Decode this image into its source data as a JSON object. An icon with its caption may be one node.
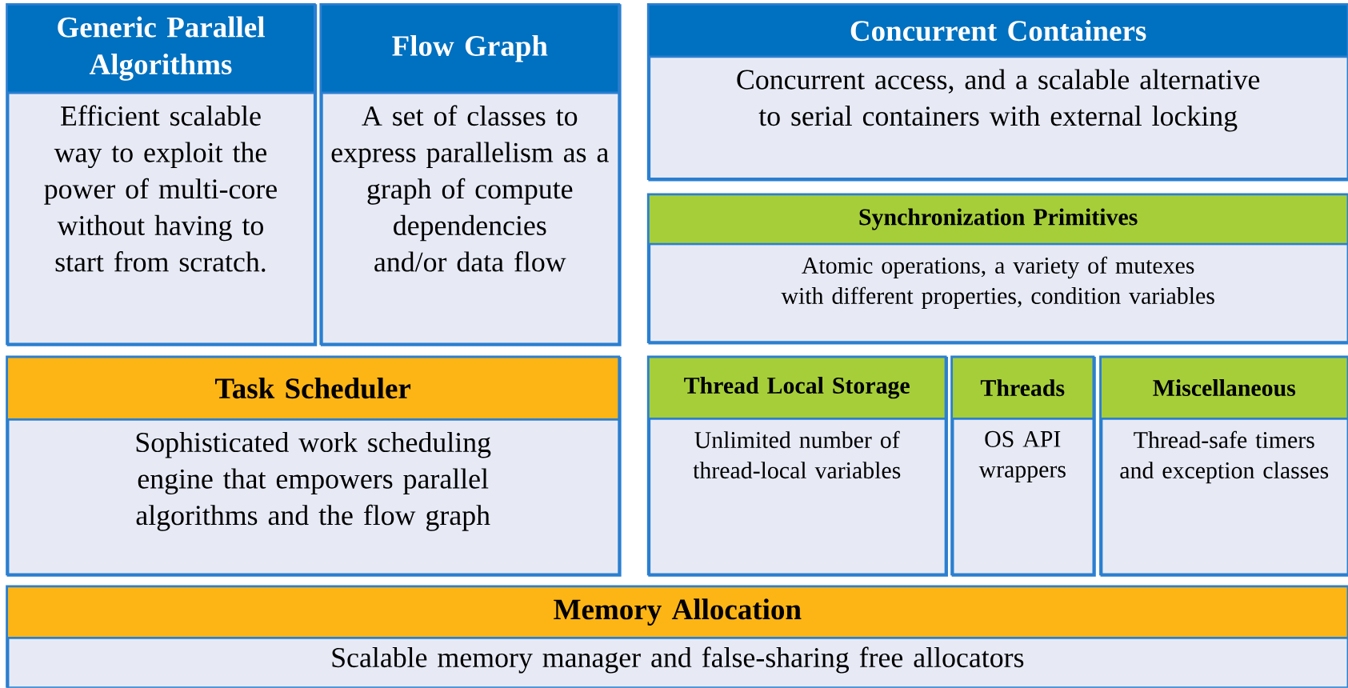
{
  "diagram": {
    "nodes": [
      {
        "text": [
          "Generic Parallel Algorithms",
          "Efficient scalable way to exploit the power of multi-core without having to start from scratch."
        ]
      },
      {
        "text": [
          "Flow Graph",
          "A set of classes to express parallelism as a graph of compute dependencies and/or data flow"
        ]
      },
      {
        "text": [
          "Concurrent Containers",
          "Concurrent access, and a scalable alternative to serial containers with external locking"
        ]
      },
      {
        "text": [
          "Synchronization Primitives",
          "Atomic operations, a variety of mutexes with different properties, condition variables"
        ]
      },
      {
        "text": [
          "Task Scheduler",
          "Sophisticated work scheduling engine that empowers parallel algorithms and the flow graph"
        ]
      },
      {
        "text": [
          "Thread Local Storage",
          "Unlimited number of thread-local variables"
        ]
      },
      {
        "text": [
          "Threads",
          "OS API wrappers"
        ]
      },
      {
        "text": [
          "Miscellaneous",
          "Thread-safe timers and exception classes"
        ]
      },
      {
        "text": [
          "Memory Allocation",
          "Scalable memory manager and false-sharing free allocators"
        ]
      }
    ]
  }
}
